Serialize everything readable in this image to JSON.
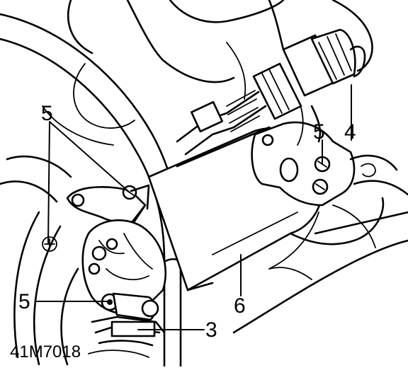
{
  "figure": {
    "reference_code": "41M7018",
    "callouts": {
      "c3": "3",
      "c4": "4",
      "c5_top_left": "5",
      "c5_right": "5",
      "c5_bottom_left": "5",
      "c6": "6"
    }
  }
}
